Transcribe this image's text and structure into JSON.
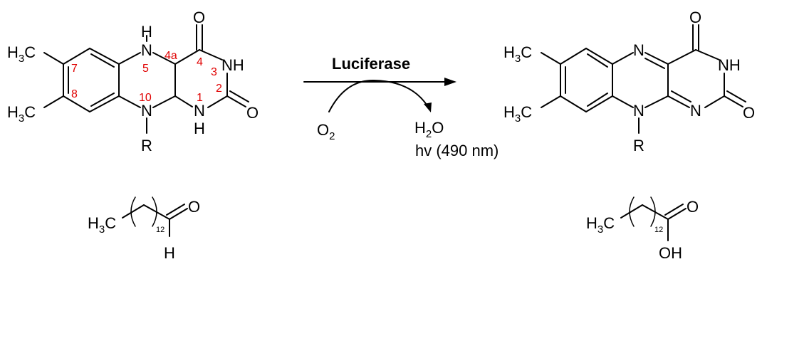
{
  "reaction": {
    "enzyme": "Luciferase",
    "cosubstrate": {
      "main": "O",
      "sub": "2"
    },
    "byproduct": {
      "main": "H",
      "sub": "2",
      "tail": "O"
    },
    "light": "hv (490 nm)"
  },
  "reduced_flavin": {
    "methyl": {
      "main": "H",
      "sub": "3",
      "tail": "C"
    },
    "atoms": {
      "N5": "N",
      "H5": "H",
      "N10": "N",
      "R": "R",
      "O4": "O",
      "NH3": "NH",
      "O2": "O",
      "N1": "N",
      "H1": "H"
    },
    "numbering": [
      "7",
      "8",
      "5",
      "4a",
      "4",
      "3",
      "2",
      "10",
      "1"
    ]
  },
  "oxidized_flavin": {
    "methyl": {
      "main": "H",
      "sub": "3",
      "tail": "C"
    },
    "atoms": {
      "N5": "N",
      "N10": "N",
      "R": "R",
      "O4": "O",
      "NH3": "NH",
      "O2": "O",
      "N1": "N"
    }
  },
  "aldehyde": {
    "methyl": {
      "main": "H",
      "sub": "3",
      "tail": "C"
    },
    "repeat": "12",
    "O": "O",
    "H": "H"
  },
  "acid": {
    "methyl": {
      "main": "H",
      "sub": "3",
      "tail": "C"
    },
    "repeat": "12",
    "O": "O",
    "OH": "OH"
  }
}
